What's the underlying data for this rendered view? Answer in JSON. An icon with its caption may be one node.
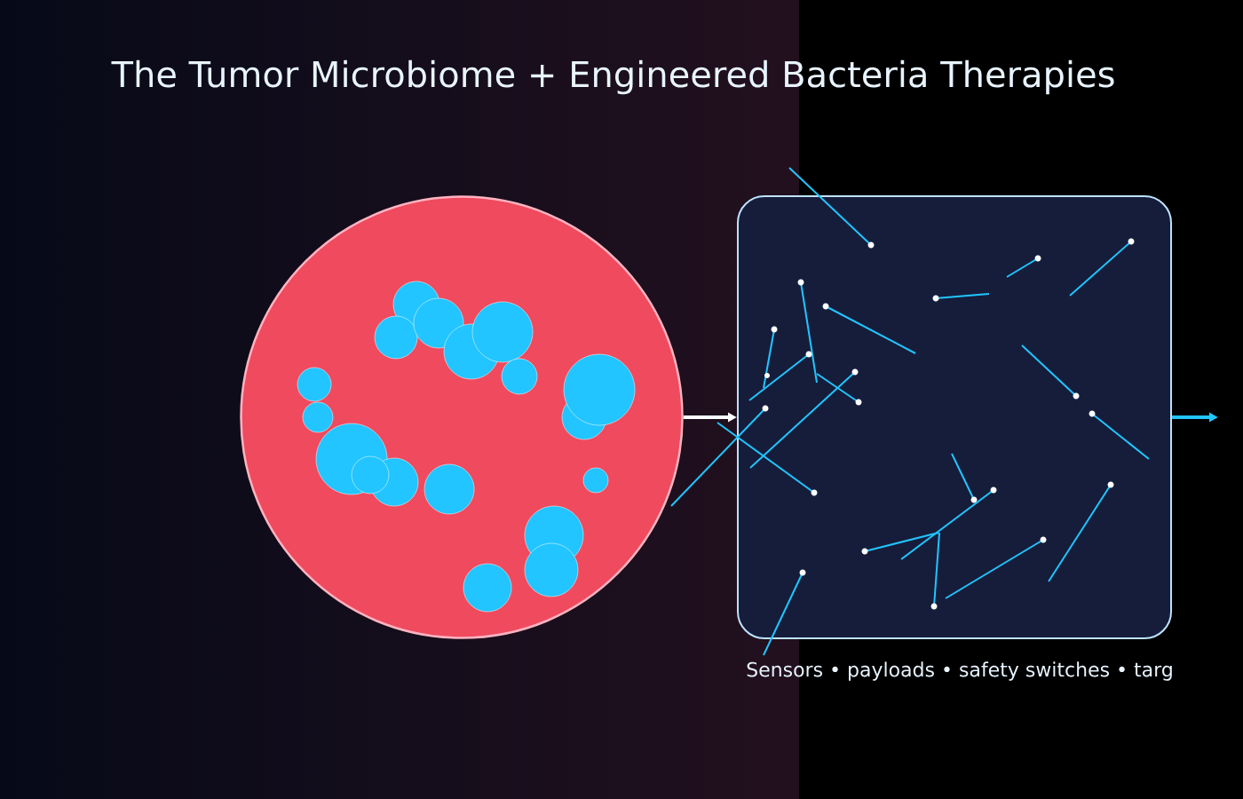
{
  "diagram": {
    "title": "The Tumor Microbiome + Engineered Bacteria Therapies",
    "nodes": [
      {
        "text": [],
        "shape": "circle"
      },
      {
        "text": [],
        "shape": "box",
        "beside": [
          "Sensors • payloads • safety switches • targ"
        ]
      }
    ],
    "edges": [
      {
        "from": 0,
        "to": 1,
        "arrow": "to"
      },
      {
        "from": 1,
        "to": null,
        "arrow": "to",
        "color": "#22c5ff"
      }
    ]
  }
}
